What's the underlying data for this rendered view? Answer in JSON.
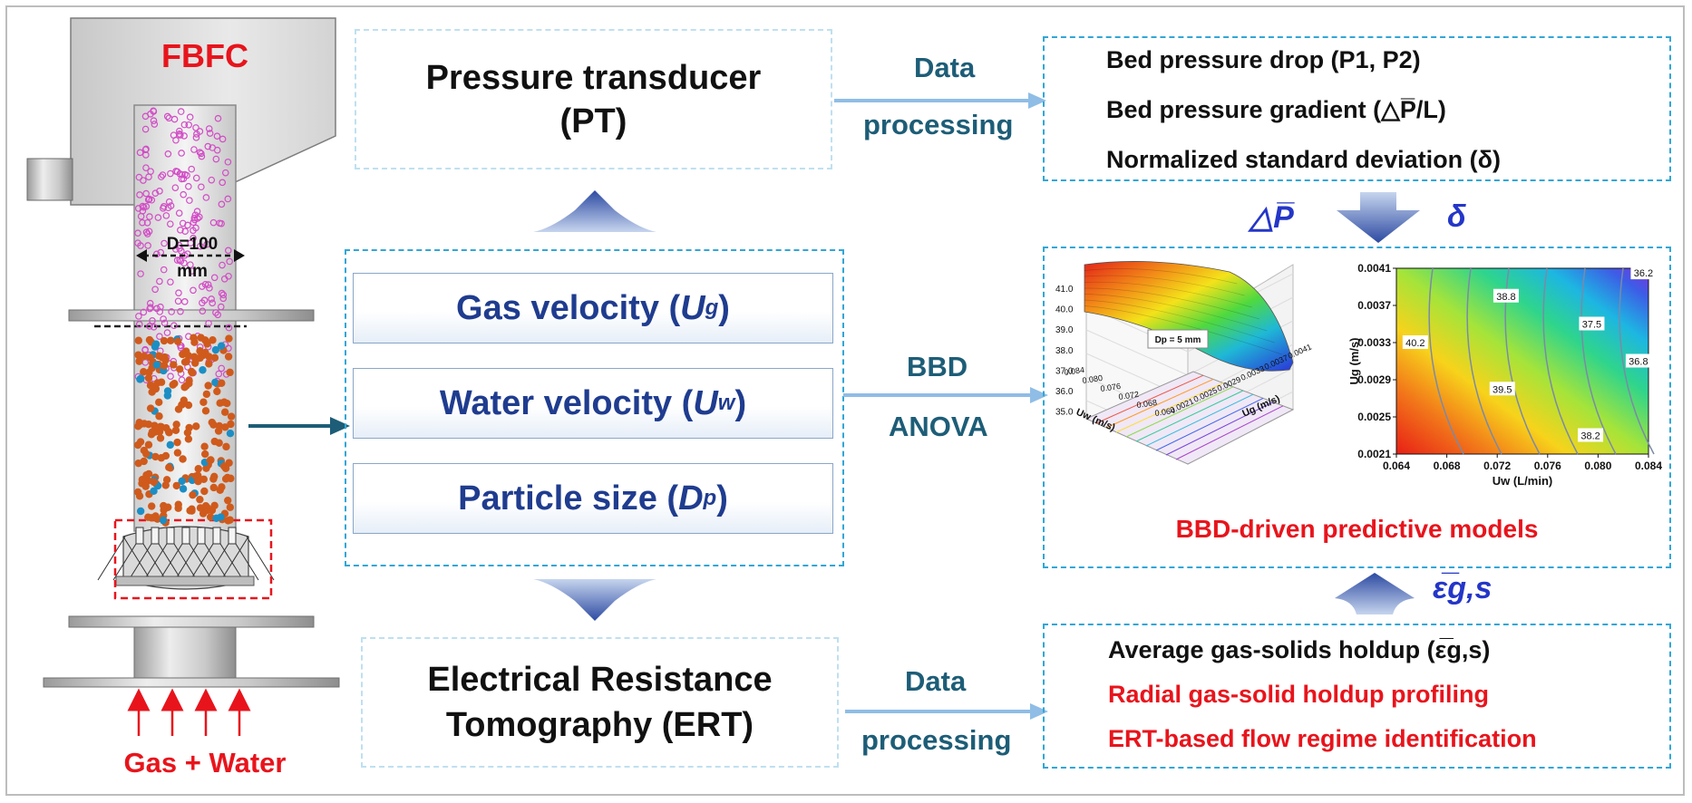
{
  "reactor": {
    "title": "FBFC",
    "diameter_line1": "D=100",
    "diameter_line2": "mm",
    "inlet_label": "Gas + Water"
  },
  "center": {
    "pt_line1": "Pressure transducer",
    "pt_line2": "(PT)",
    "ert_line1": "Electrical Resistance",
    "ert_line2": "Tomography (ERT)",
    "params": [
      {
        "label": "Gas velocity (",
        "symbol": "U",
        "sub": "g",
        "close": ")"
      },
      {
        "label": "Water velocity (",
        "symbol": "U",
        "sub": "w",
        "close": ")"
      },
      {
        "label": "Particle size (",
        "symbol": "D",
        "sub": "p",
        "close": ")"
      }
    ]
  },
  "connectors": {
    "top_data": "Data",
    "top_processing": "processing",
    "mid_bbd": "BBD",
    "mid_anova": "ANOVA",
    "bottom_data": "Data",
    "bottom_processing": "processing",
    "delta_p": "△P̅",
    "delta": "δ",
    "epsilon": "ε̅g,s"
  },
  "pt_outputs": [
    "Bed pressure drop (P1, P2)",
    "Bed pressure gradient (△P̅/L)",
    "Normalized standard deviation (δ)"
  ],
  "ert_outputs": [
    {
      "text": "Average gas-solids holdup (ε̅g,s)",
      "color": "#111111"
    },
    {
      "text": "Radial gas-solid holdup profiling",
      "color": "#e8141c"
    },
    {
      "text": "ERT-based flow regime identification",
      "color": "#e8141c"
    }
  ],
  "models_caption": "BBD-driven predictive models",
  "chart_data": [
    {
      "type": "surface3d",
      "annotation": "Dp = 5 mm",
      "zticks": [
        "41.0",
        "40.0",
        "39.0",
        "38.0",
        "37.0",
        "36.0",
        "35.0"
      ],
      "x_axis_label": "Uw (m/s)",
      "x_ticks": [
        "0.084",
        "0.080",
        "0.076",
        "0.072",
        "0.068",
        "0.064"
      ],
      "y_axis_label": "Ug (m/s)",
      "y_ticks": [
        "0.0021",
        "0.0025",
        "0.0029",
        "0.0033",
        "0.0037",
        "0.0041"
      ],
      "zlim": [
        35.0,
        41.0
      ]
    },
    {
      "type": "contour",
      "xlabel": "Uw (L/min)",
      "ylabel": "Ug (m/s)",
      "x_ticks": [
        "0.064",
        "0.068",
        "0.072",
        "0.076",
        "0.080",
        "0.084"
      ],
      "y_ticks": [
        "0.0041",
        "0.0037",
        "0.0033",
        "0.0029",
        "0.0025",
        "0.0021"
      ],
      "xlim": [
        0.064,
        0.084
      ],
      "ylim": [
        0.0021,
        0.0041
      ],
      "contour_labels": [
        {
          "value": "40.2",
          "x": 0.0655,
          "y": 0.0033
        },
        {
          "value": "39.5",
          "x": 0.0724,
          "y": 0.0028
        },
        {
          "value": "38.8",
          "x": 0.0727,
          "y": 0.0038
        },
        {
          "value": "38.2",
          "x": 0.0794,
          "y": 0.0023
        },
        {
          "value": "37.5",
          "x": 0.0795,
          "y": 0.0035
        },
        {
          "value": "36.8",
          "x": 0.0832,
          "y": 0.0031
        },
        {
          "value": "36.2",
          "x": 0.0836,
          "y": 0.00405
        }
      ]
    }
  ],
  "colors": {
    "dash_blue": "#33a6d6",
    "param_text": "#1f3c8f",
    "teal_label": "#1d5d77",
    "red": "#e8141c",
    "symbol_blue": "#2436c8"
  }
}
